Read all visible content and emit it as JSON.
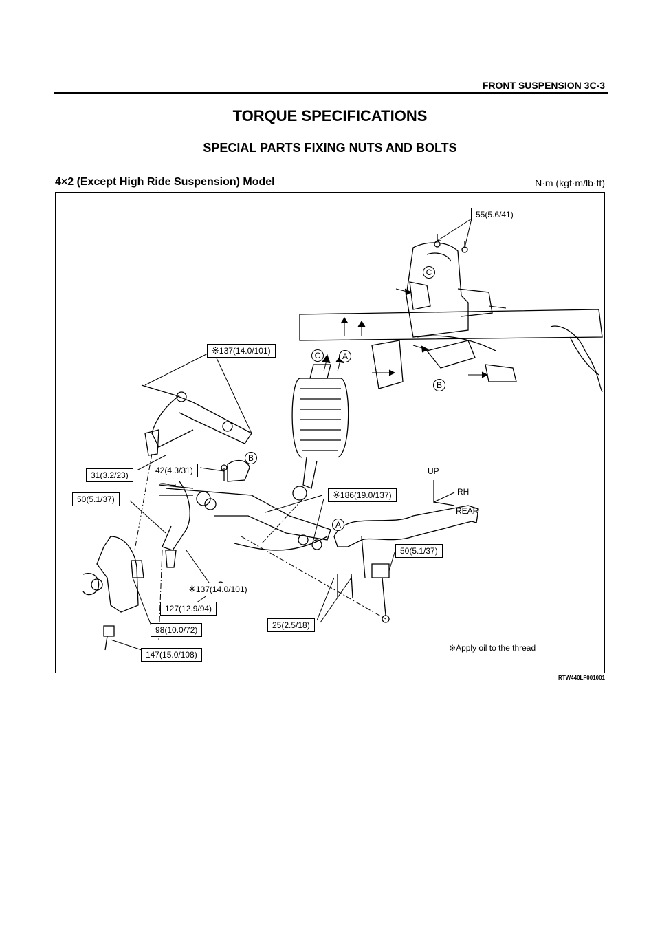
{
  "header": {
    "section": "FRONT SUSPENSION  3C-3"
  },
  "title": "TORQUE SPECIFICATIONS",
  "subtitle": "SPECIAL PARTS FIXING NUTS AND BOLTS",
  "model": "4×2 (Except High Ride Suspension) Model",
  "units": "N·m (kgf·m/lb·ft)",
  "figure": {
    "callouts": {
      "c1": "55(5.6/41)",
      "c2": "137(14.0/101)",
      "c3": "31(3.2/23)",
      "c4": "42(4.3/31)",
      "c5": "50(5.1/37)",
      "c6": "186(19.0/137)",
      "c7": "50(5.1/37)",
      "c8": "137(14.0/101)",
      "c9": "127(12.9/94)",
      "c10": "25(2.5/18)",
      "c11": "98(10.0/72)",
      "c12": "147(15.0/108)"
    },
    "letters": {
      "a1": "A",
      "a2": "A",
      "b1": "B",
      "b2": "B",
      "cc1": "C",
      "cc2": "C"
    },
    "axes": {
      "up": "UP",
      "rh": "RH",
      "rear": "REAR"
    },
    "note": "Apply oil to the thread"
  },
  "figure_code": "RTW440LF001001"
}
